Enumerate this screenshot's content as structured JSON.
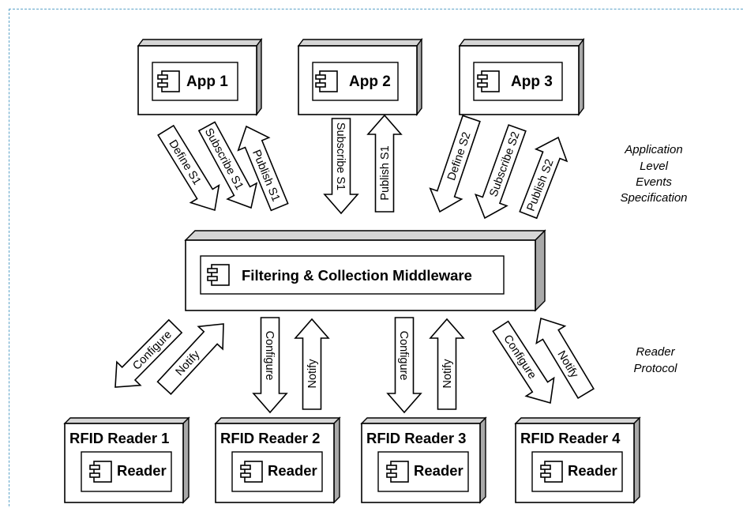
{
  "apps": {
    "app1": "App 1",
    "app2": "App 2",
    "app3": "App 3"
  },
  "middleware": "Filtering & Collection Middleware",
  "readers": [
    {
      "title": "RFID Reader 1",
      "inner": "Reader"
    },
    {
      "title": "RFID Reader 2",
      "inner": "Reader"
    },
    {
      "title": "RFID Reader 3",
      "inner": "Reader"
    },
    {
      "title": "RFID Reader 4",
      "inner": "Reader"
    }
  ],
  "app_arrows": {
    "define_s1": "Define S1",
    "subscribe_s1_app1": "Subscribe S1",
    "publish_s1_app1": "Publish S1",
    "subscribe_s1_app2": "Subscribe S1",
    "publish_s1_app2": "Publish S1",
    "define_s2": "Define S2",
    "subscribe_s2": "Subscribe S2",
    "publish_s2": "Publish S2"
  },
  "reader_arrows": {
    "configure": "Configure",
    "notify": "Notify"
  },
  "layer_labels": {
    "application": [
      "Application",
      "Level",
      "Events",
      "Specification"
    ],
    "reader": [
      "Reader",
      "Protocol"
    ]
  },
  "colors": {
    "box_fill": "#ffffff",
    "box_side": "#a9a9a9",
    "box_top": "#d6d6d6",
    "stroke": "#000000",
    "frame": "#5aa2c8"
  }
}
